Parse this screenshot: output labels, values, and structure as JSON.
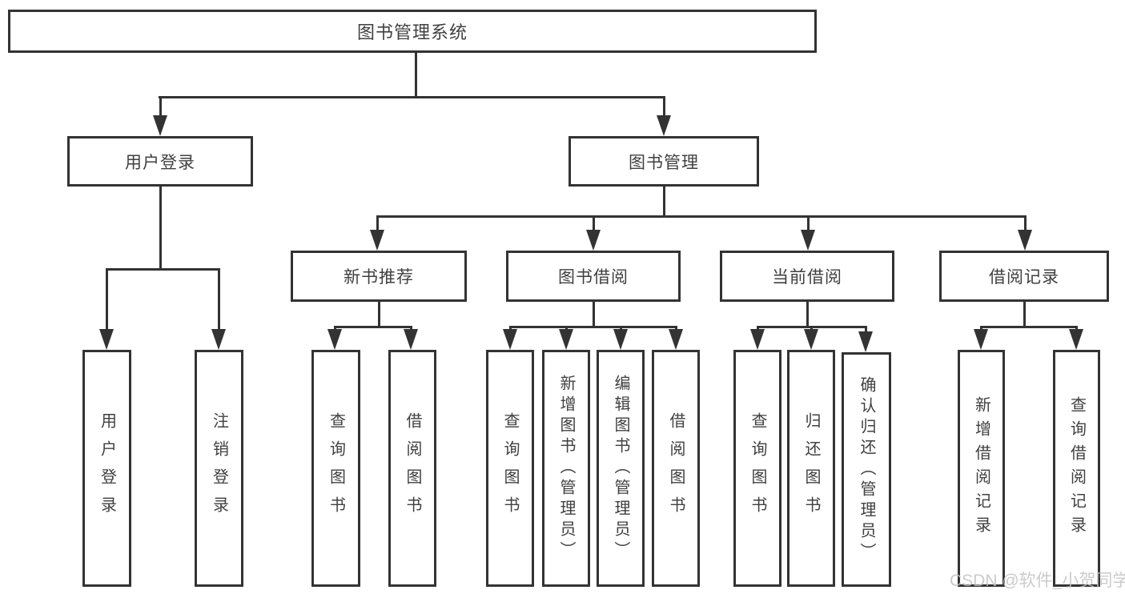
{
  "diagram": {
    "root": {
      "label": "图书管理系统"
    },
    "level2": [
      {
        "label": "用户登录"
      },
      {
        "label": "图书管理"
      }
    ],
    "level3": [
      {
        "label": "新书推荐"
      },
      {
        "label": "图书借阅"
      },
      {
        "label": "当前借阅"
      },
      {
        "label": "借阅记录"
      }
    ],
    "leaves": [
      {
        "label": "用户登录"
      },
      {
        "label": "注销登录"
      },
      {
        "label": "查询图书"
      },
      {
        "label": "借阅图书"
      },
      {
        "label": "查询图书"
      },
      {
        "label": "新增图书（管理员）"
      },
      {
        "label": "编辑图书（管理员）"
      },
      {
        "label": "借阅图书"
      },
      {
        "label": "查询图书"
      },
      {
        "label": "归还图书"
      },
      {
        "label": "确认归还（管理员）"
      },
      {
        "label": "新增借阅记录"
      },
      {
        "label": "查询借阅记录"
      }
    ],
    "watermark": "CSDN @软件_小贺同学",
    "colors": {
      "line": "#333333",
      "text": "#404040",
      "background": "#ffffff",
      "watermark": "#c2c2c2"
    }
  }
}
